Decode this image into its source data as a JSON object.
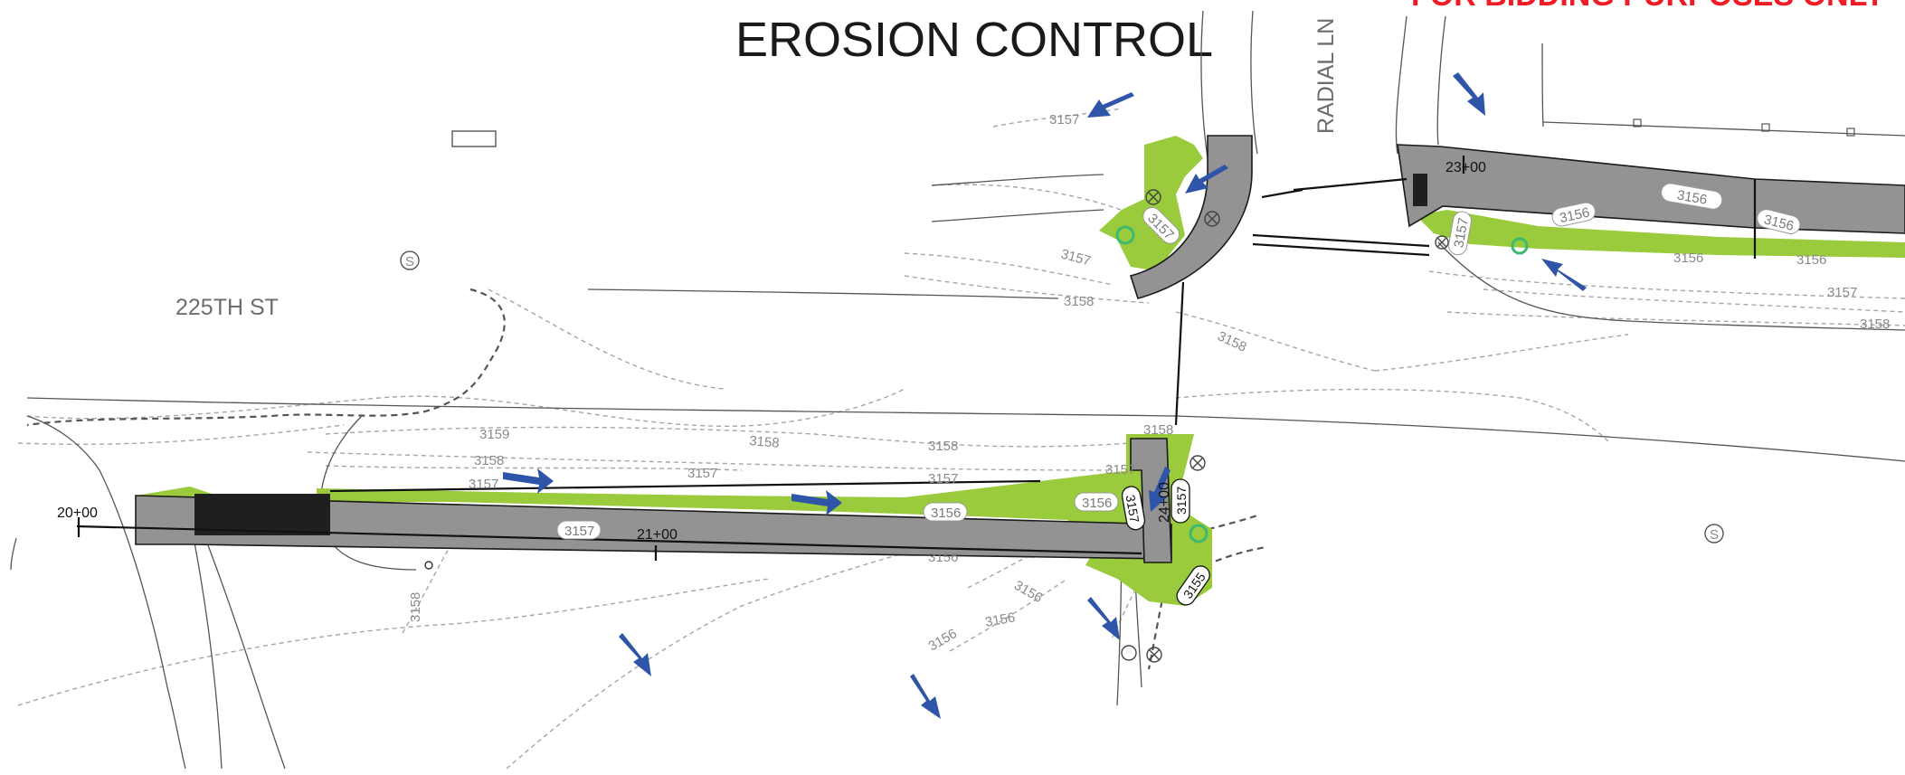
{
  "title": "EROSION CONTROL",
  "warning_banner": "FOR BIDDING PURPOSES ONLY",
  "streets": {
    "west": "225TH ST",
    "north": "RADIAL LN"
  },
  "stations": [
    "20+00",
    "21+00",
    "23+00",
    "24+00"
  ],
  "contour_labels": {
    "c3157_top": "3157",
    "c3157_corner": "3157",
    "c3158_corner": "3158",
    "c3158_ne": "3158",
    "c3157_east": "3157",
    "c3158_east": "3158",
    "c3156_east": "3156",
    "c3156_east2": "3156",
    "c3159": "3159",
    "c3158_w1": "3158",
    "c3158_w2": "3158",
    "c3158_w3": "3158",
    "c3157_w1": "3157",
    "c3157_w2": "3157",
    "c3157_w3": "3157",
    "c3157_w4": "3157",
    "c3158_top": "3158",
    "c3156_south": "3156",
    "c3156_s2": "3156",
    "c3156_s3": "3156",
    "c3156_s4": "3156",
    "c3158_vert": "3158"
  },
  "pill_labels": {
    "p3157_road": "3157",
    "p3156_road": "3156",
    "p3156_near": "3156",
    "p3157_v1": "3157",
    "p3157_v2": "3157",
    "p3155": "3155",
    "p3157_corner": "3157",
    "p3156_east1": "3156",
    "p3156_east2": "3156",
    "p3156_east3": "3156",
    "p3157_east_v": "3157"
  },
  "symbols": {
    "sewer_manhole": "S"
  },
  "colors": {
    "erosion_control_fill": "#9acb3c",
    "pavement": "#939393",
    "flow_arrow": "#2f55a8",
    "warning_text": "#ee1c24"
  }
}
